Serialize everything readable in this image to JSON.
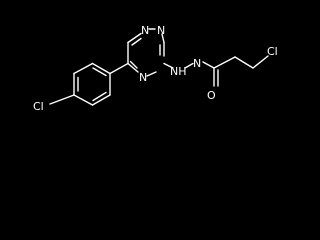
{
  "molecule": {
    "atoms": {
      "chlorine_aryl": "Cl",
      "chlorine_alkyl": "Cl",
      "triazine_n1": "N",
      "triazine_n2": "N",
      "triazine_n4": "N",
      "hydrazide_nh": "NH",
      "hydrazide_n": "N",
      "carbonyl_o": "O"
    }
  },
  "colors": {
    "background": "#000000",
    "foreground": "#ffffff"
  }
}
